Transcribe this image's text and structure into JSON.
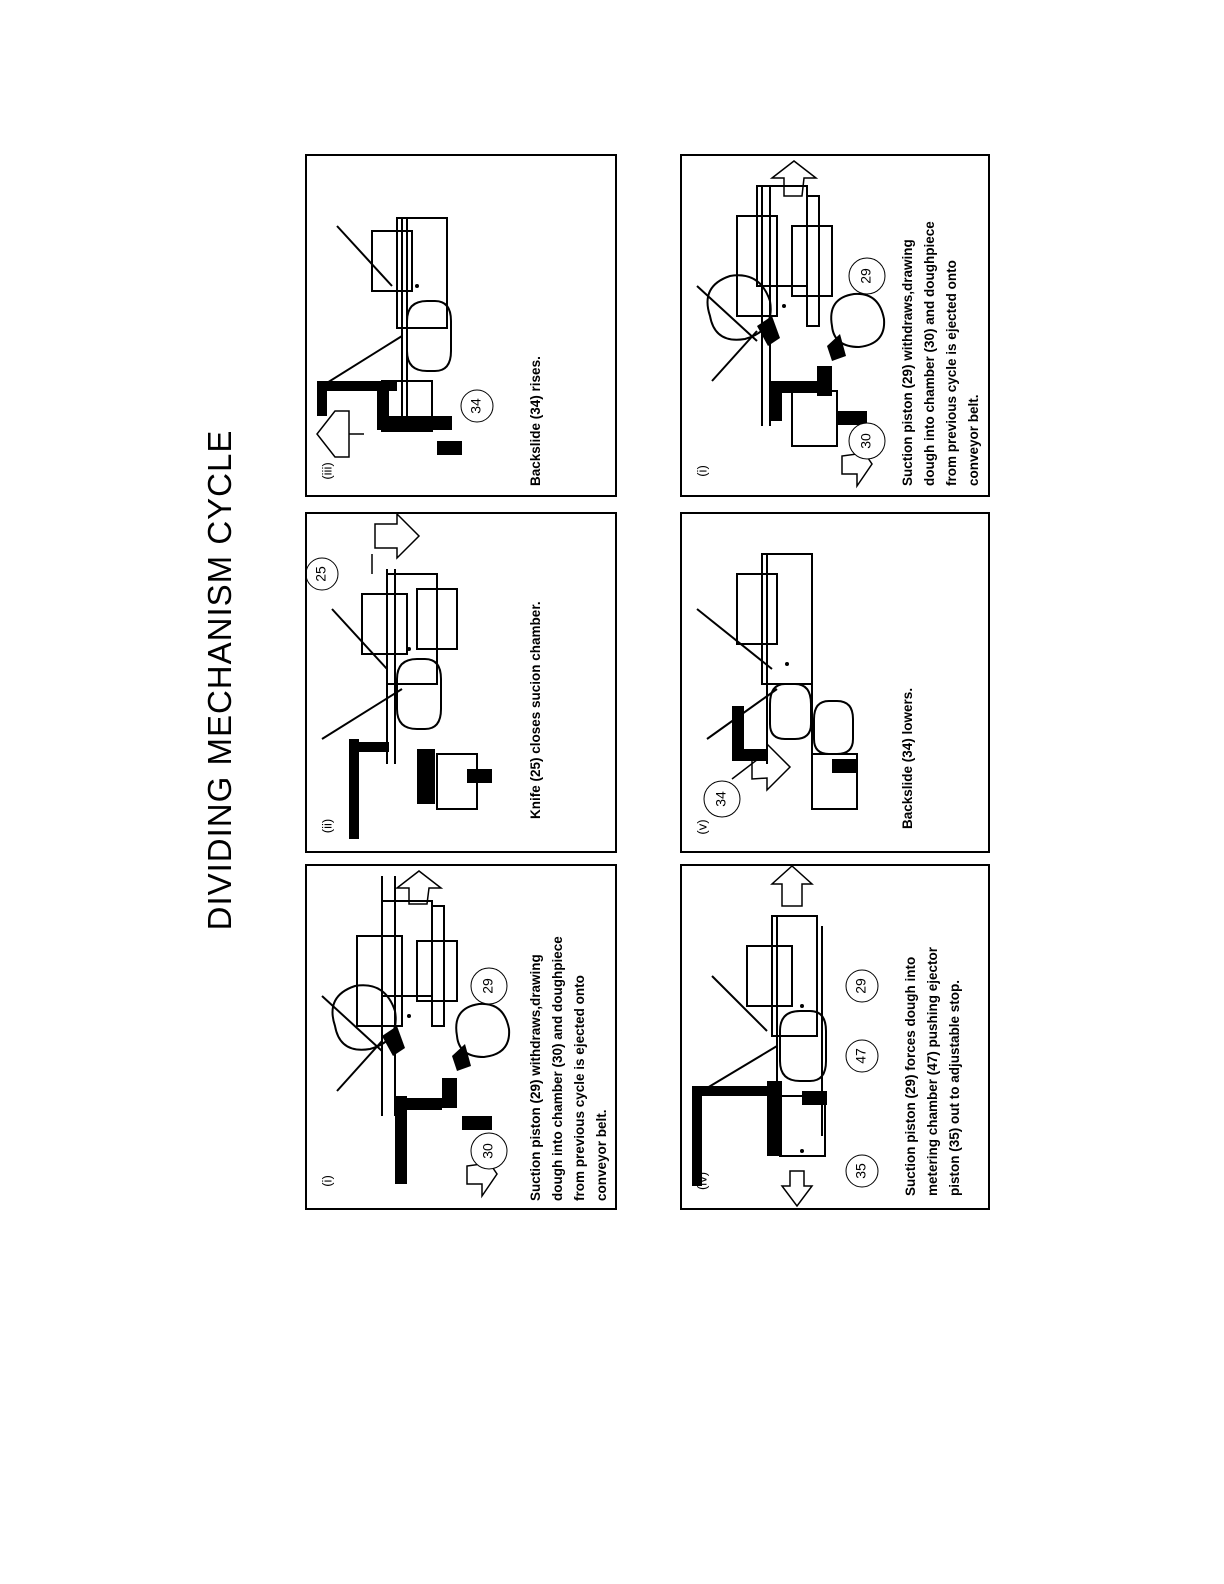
{
  "title": "DIVIDING MECHANISM CYCLE",
  "panels": [
    {
      "roman": "(i)",
      "caption": [
        "Suction piston (29) withdraws,drawing",
        "dough into chamber (30) and doughpiece",
        "from previous cycle is ejected onto",
        "conveyor belt."
      ],
      "callouts": [
        "30",
        "29"
      ]
    },
    {
      "roman": "(ii)",
      "caption": [
        "Knife (25) closes sucion chamber."
      ],
      "callouts": [
        "25"
      ]
    },
    {
      "roman": "(iii)",
      "caption": [
        "Backslide (34) rises."
      ],
      "callouts": [
        "34"
      ]
    },
    {
      "roman": "(iv)",
      "caption": [
        "Suction piston (29) forces dough into",
        "metering chamber (47) pushing ejector",
        "piston (35) out to adjustable stop."
      ],
      "callouts": [
        "35",
        "47",
        "29"
      ]
    },
    {
      "roman": "(v)",
      "caption": [
        "Backslide (34) lowers."
      ],
      "callouts": [
        "34"
      ]
    },
    {
      "roman": "(i)",
      "caption": [
        "Suction piston (29) withdraws,drawing",
        "dough into chamber (30) and doughpiece",
        "from previous cycle is ejected onto",
        "conveyor belt."
      ],
      "callouts": [
        "30",
        "29"
      ]
    }
  ]
}
